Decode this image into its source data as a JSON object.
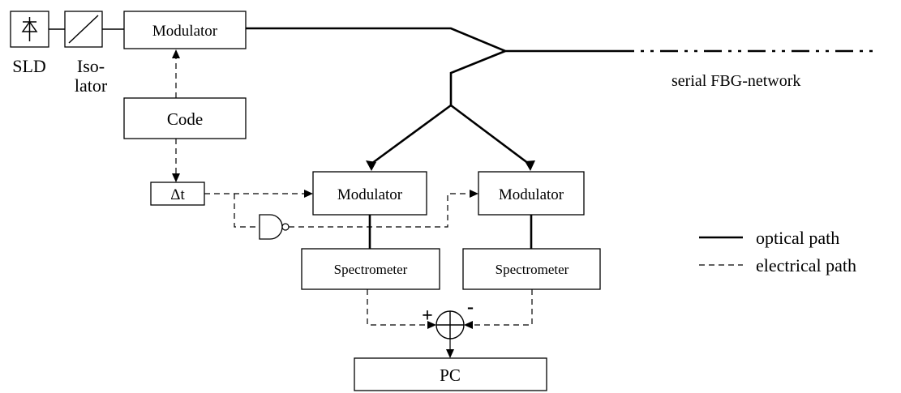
{
  "components": {
    "sld_label": "SLD",
    "isolator_label_line1": "Iso-",
    "isolator_label_line2": "lator",
    "source_modulator": "Modulator",
    "code": "Code",
    "delay": "Δt",
    "modulator_left": "Modulator",
    "modulator_right": "Modulator",
    "spectrometer_left": "Spectrometer",
    "spectrometer_right": "Spectrometer",
    "summer_plus": "+",
    "summer_minus": "-",
    "pc": "PC"
  },
  "network_label": "serial FBG-network",
  "legend": {
    "optical": "optical path",
    "electrical": "electrical path"
  }
}
